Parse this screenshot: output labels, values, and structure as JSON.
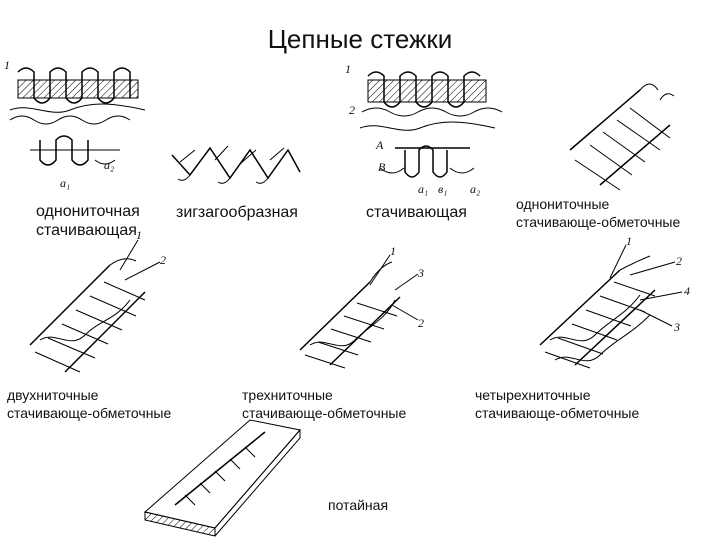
{
  "title": "Цепные стежки",
  "stitches": [
    {
      "id": "single-thread-joining",
      "label_line1": "однониточная",
      "label_line2": "стачивающая"
    },
    {
      "id": "zigzag",
      "label_line1": "зигзагообразная",
      "label_line2": ""
    },
    {
      "id": "joining",
      "label_line1": "стачивающая",
      "label_line2": ""
    },
    {
      "id": "single-thread-overlock",
      "label_line1": "однониточные",
      "label_line2": "стачивающе-обметочные"
    },
    {
      "id": "two-thread-overlock",
      "label_line1": "двухниточные",
      "label_line2": "стачивающе-обметочные"
    },
    {
      "id": "three-thread-overlock",
      "label_line1": "трехниточные",
      "label_line2": "стачивающе-обметочные"
    },
    {
      "id": "four-thread-overlock",
      "label_line1": "четырехниточные",
      "label_line2": "стачивающе-обметочные"
    },
    {
      "id": "blind",
      "label_line1": "потайная",
      "label_line2": ""
    }
  ],
  "callouts": {
    "n1": "1",
    "n2": "2",
    "n3": "3",
    "n4": "4",
    "letter_a": "A",
    "letter_b": "В",
    "a1": "a₁",
    "a2": "a₂",
    "b1": "в₁"
  }
}
